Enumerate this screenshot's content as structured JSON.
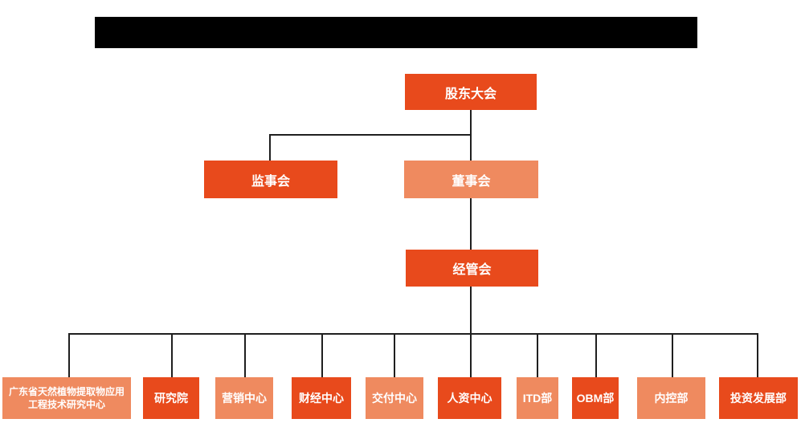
{
  "diagram": {
    "type": "org-chart",
    "title_bar": {
      "redacted": true
    },
    "colors": {
      "node_dark": "#E84A1C",
      "node_light": "#EF8A5F",
      "connector": "#1F1F1F",
      "title_redaction": "#000000",
      "node_text": "#FFFFFF",
      "background": "#FFFFFF"
    },
    "levels": [
      {
        "nodes": [
          {
            "id": "shareholders-meeting",
            "label": "股东大会",
            "variant": "dark"
          }
        ]
      },
      {
        "nodes": [
          {
            "id": "supervisory-board",
            "label": "监事会",
            "variant": "dark"
          },
          {
            "id": "board-of-directors",
            "label": "董事会",
            "variant": "light"
          }
        ]
      },
      {
        "nodes": [
          {
            "id": "management-committee",
            "label": "经管会",
            "variant": "dark"
          }
        ]
      },
      {
        "nodes": [
          {
            "id": "guangdong-plant-extract-research-center",
            "label": "广东省天然植物提取物应用工程技术研究中心",
            "variant": "light"
          },
          {
            "id": "research-institute",
            "label": "研究院",
            "variant": "dark"
          },
          {
            "id": "marketing-center",
            "label": "营销中心",
            "variant": "light"
          },
          {
            "id": "finance-center",
            "label": "财经中心",
            "variant": "dark"
          },
          {
            "id": "delivery-center",
            "label": "交付中心",
            "variant": "light"
          },
          {
            "id": "hr-center",
            "label": "人资中心",
            "variant": "dark"
          },
          {
            "id": "itd-department",
            "label": "ITD部",
            "variant": "light"
          },
          {
            "id": "obm-department",
            "label": "OBM部",
            "variant": "dark"
          },
          {
            "id": "internal-control-department",
            "label": "内控部",
            "variant": "light"
          },
          {
            "id": "investment-development-department",
            "label": "投资发展部",
            "variant": "dark"
          }
        ]
      }
    ],
    "edges": [
      {
        "from": "股东大会",
        "to": "监事会"
      },
      {
        "from": "股东大会",
        "to": "董事会"
      },
      {
        "from": "董事会",
        "to": "经管会"
      },
      {
        "from": "经管会",
        "to": "广东省天然植物提取物应用工程技术研究中心"
      },
      {
        "from": "经管会",
        "to": "研究院"
      },
      {
        "from": "经管会",
        "to": "营销中心"
      },
      {
        "from": "经管会",
        "to": "财经中心"
      },
      {
        "from": "经管会",
        "to": "交付中心"
      },
      {
        "from": "经管会",
        "to": "人资中心"
      },
      {
        "from": "经管会",
        "to": "ITD部"
      },
      {
        "from": "经管会",
        "to": "OBM部"
      },
      {
        "from": "经管会",
        "to": "内控部"
      },
      {
        "from": "经管会",
        "to": "投资发展部"
      }
    ]
  }
}
